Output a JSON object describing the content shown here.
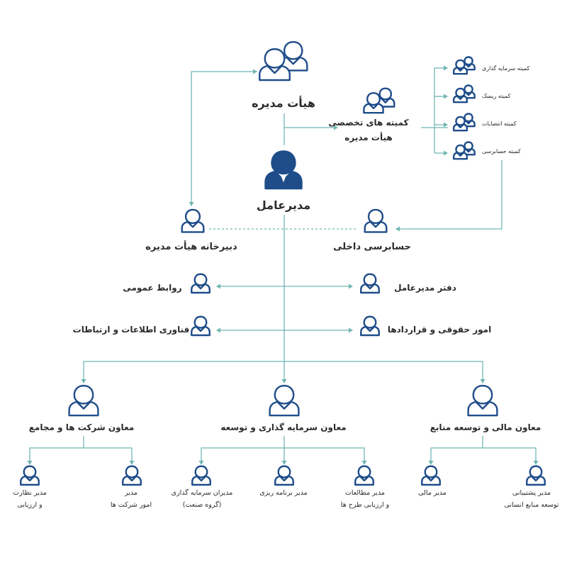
{
  "colors": {
    "line": "#6fb7b3",
    "icon": "#1f4d8a",
    "icon_fill": "#1f4d8a",
    "text": "#2b2b2b"
  },
  "board": {
    "title": "هیأت مدیره",
    "icon": "group-icon"
  },
  "specialized_committees": {
    "title_line1": "کمیته های تخصصی",
    "title_line2": "هیأت مدیره",
    "items": [
      "کمیته سرمایه گذاری",
      "کمیته ریسک",
      "کمیته انتصابات",
      "کمیته حسابرسی"
    ]
  },
  "ceo": {
    "title": "مدیرعامل",
    "icon": "person-filled-icon"
  },
  "board_secretariat": {
    "title": "دبیرخانه هیأت مدیره"
  },
  "internal_audit": {
    "title": "حسابرسی داخلی"
  },
  "public_relations": {
    "title": "روابط عمومی"
  },
  "ceo_office": {
    "title": "دفتر مدیرعامل"
  },
  "it_communications": {
    "title": "فناوری اطلاعات و ارتباطات"
  },
  "legal_contracts": {
    "title": "امور حقوقی و قراردادها"
  },
  "deputies": [
    {
      "title": "معاون شرکت ها و مجامع",
      "managers": [
        {
          "line1": "مدیر نظارت",
          "line2": "و ارزیابی"
        },
        {
          "line1": "مدیر",
          "line2": "امور شرکت ها"
        }
      ]
    },
    {
      "title": "معاون سرمایه گذاری و توسعه",
      "managers": [
        {
          "line1": "مدیران سرمایه گذاری",
          "line2": "(گروه صنعت)"
        },
        {
          "line1": "مدیر برنامه ریزی",
          "line2": ""
        },
        {
          "line1": "مدیر مطالعات",
          "line2": "و ارزیابی طرح ها"
        }
      ]
    },
    {
      "title": "معاون مالی و توسعه منابع",
      "managers": [
        {
          "line1": "مدیر مالی",
          "line2": ""
        },
        {
          "line1": "مدیر پشتیبانی",
          "line2": "توسعه منابع انسانی"
        }
      ]
    }
  ]
}
